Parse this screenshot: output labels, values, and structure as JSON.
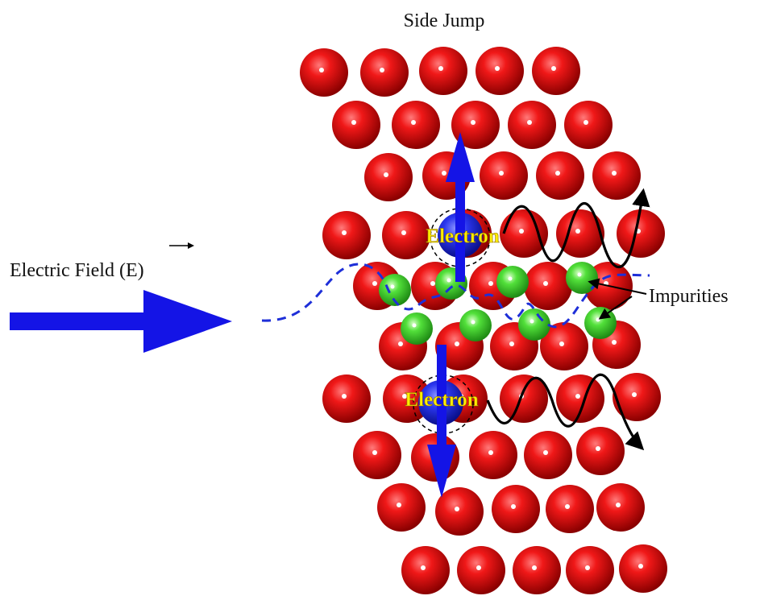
{
  "title": "Side Jump",
  "field_label": "Electric Field (E)",
  "electron_label": "Electron",
  "impurities_label": "Impurities",
  "colors": {
    "atom": "#e01010",
    "impurity": "#3fd02a",
    "electron": "#1f2fe6",
    "arrow": "#1414e6",
    "path": "#1e2fd8",
    "label_yellow": "#ffee00",
    "wave": "#000000"
  }
}
